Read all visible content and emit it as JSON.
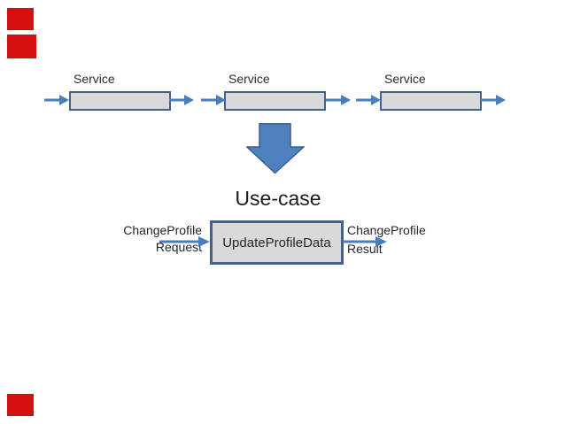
{
  "slide": {
    "kind": "presentation-diagram",
    "background": "#ffffff"
  },
  "colors": {
    "arrow_blue": "#4a7db8",
    "big_arrow_fill": "#4f81bd",
    "big_arrow_border": "#3a5f94",
    "box_fill": "#d9d9d9",
    "box_border": "#44618e",
    "text": "#262626",
    "marker_red": "#d40f0f"
  },
  "services": {
    "items": [
      {
        "label": "Service"
      },
      {
        "label": "Service"
      },
      {
        "label": "Service"
      }
    ]
  },
  "use_case": {
    "title": "Use-case",
    "box_label": "UpdateProfileData",
    "request_label_line1": "ChangeProfile",
    "request_label_line2": "Request",
    "result_label_line1": "ChangeProfile",
    "result_label_line2": "Result"
  },
  "decorations": {
    "red_markers": [
      "top-left-1",
      "top-left-2",
      "bottom-left"
    ]
  }
}
